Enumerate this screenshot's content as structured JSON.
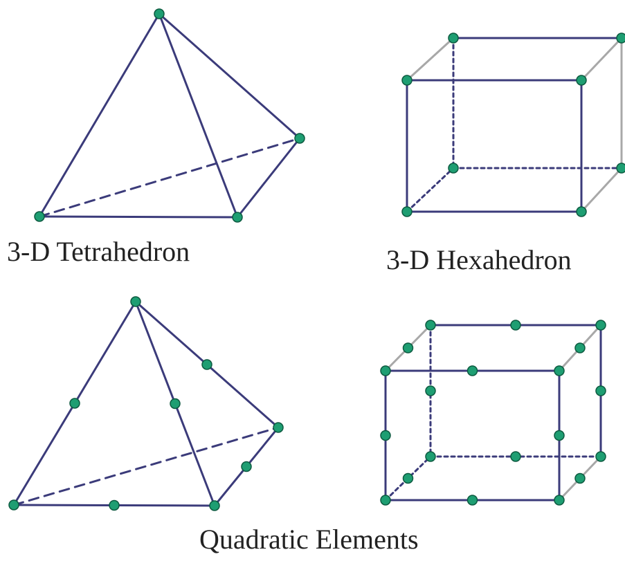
{
  "labels": {
    "tetrahedron": "3-D Tetrahedron",
    "hexahedron": "3-D Hexahedron",
    "quadratic": "Quadratic Elements"
  },
  "colors": {
    "edge": "#3b3b7a",
    "back_edge": "#a8a8a8",
    "node_fill": "#1e9e72",
    "node_stroke": "#0d5a40",
    "text": "#222222"
  }
}
